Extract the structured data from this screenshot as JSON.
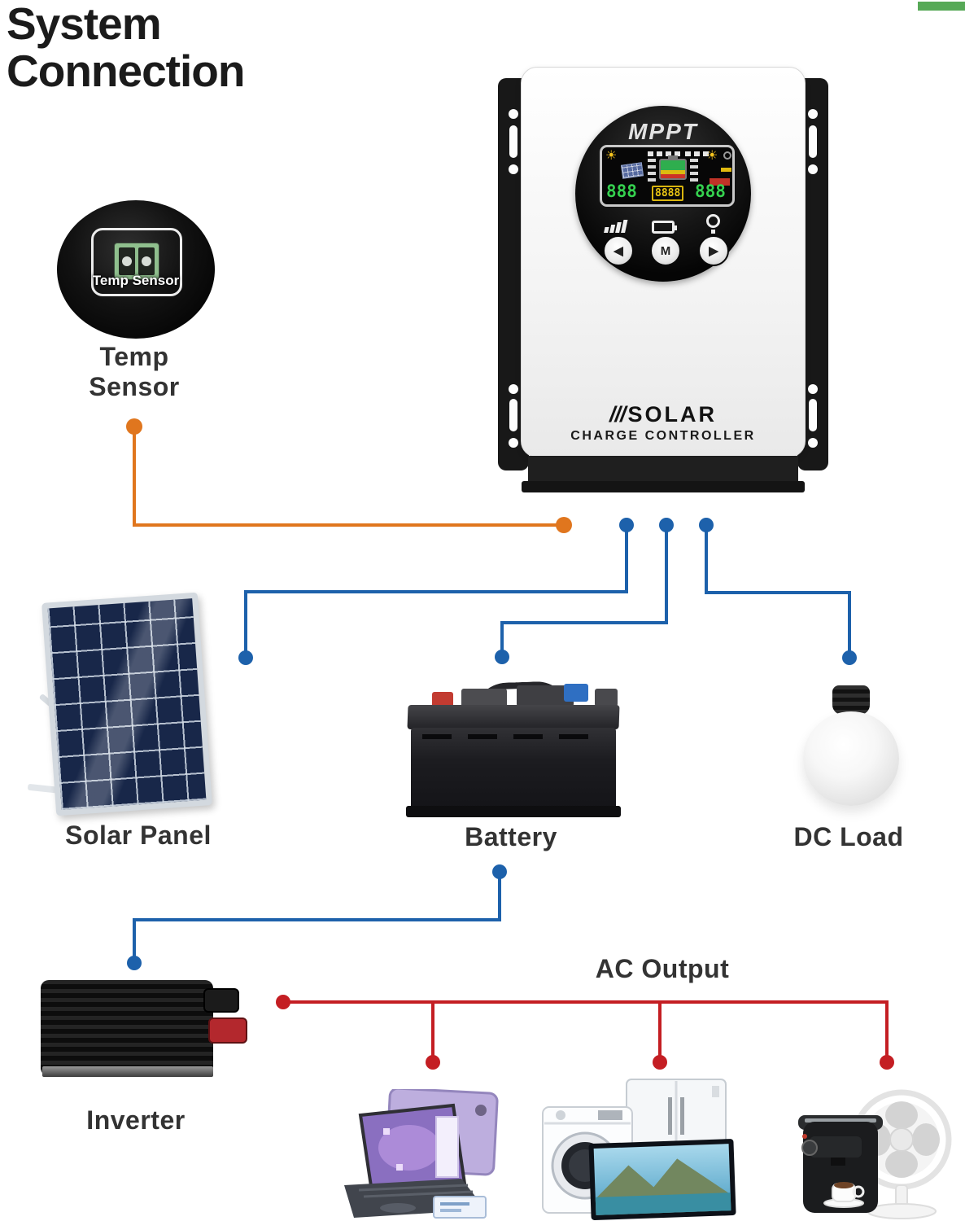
{
  "page": {
    "title": "System Connection"
  },
  "colors": {
    "orange": "#e0761e",
    "blue": "#1d61ab",
    "red": "#c41e23",
    "green": "#57a957"
  },
  "icons": {
    "sun": "☀"
  },
  "controller": {
    "brand": "MPPT",
    "solar_prefix": "///",
    "solar_word": "SOLAR",
    "subtitle": "CHARGE CONTROLLER",
    "lcd": {
      "pv_digits": "888",
      "battery_digits": "8888",
      "load_digits": "888"
    },
    "buttons": {
      "left": "◀",
      "menu": "M",
      "right": "▶"
    }
  },
  "temp_sensor": {
    "device_label": "Temp Sensor",
    "caption": "Temp Sensor"
  },
  "solar_panel": {
    "caption": "Solar Panel"
  },
  "battery": {
    "caption": "Battery"
  },
  "dc_load": {
    "caption": "DC Load"
  },
  "inverter": {
    "caption": "Inverter"
  },
  "ac_output": {
    "caption": "AC Output"
  }
}
